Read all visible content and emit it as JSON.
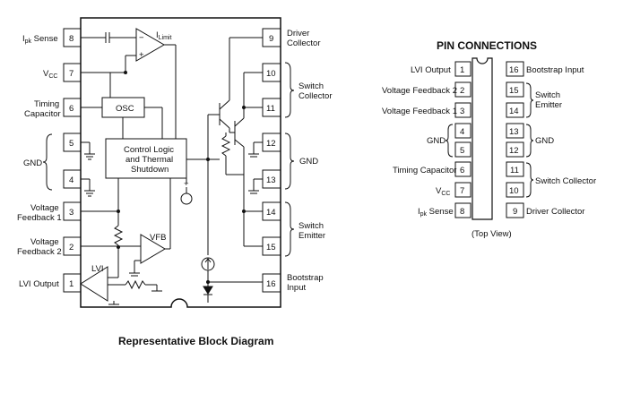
{
  "block_diagram": {
    "caption": "Representative Block Diagram",
    "left_labels": {
      "ipk_sense_main": "I",
      "ipk_sense_sub": "pk",
      "ipk_sense_tail": " Sense",
      "vcc_main": "V",
      "vcc_sub": "CC",
      "timing_cap_1": "Timing",
      "timing_cap_2": "Capacitor",
      "gnd": "GND",
      "vfb1_1": "Voltage",
      "vfb1_2": "Feedback 1",
      "vfb2_1": "Voltage",
      "vfb2_2": "Feedback 2",
      "lvi_output": "LVI Output"
    },
    "right_labels": {
      "driver_1": "Driver",
      "driver_2": "Collector",
      "switch_coll_1": "Switch",
      "switch_coll_2": "Collector",
      "gnd": "GND",
      "switch_emit_1": "Switch",
      "switch_emit_2": "Emitter",
      "bootstrap_1": "Bootstrap",
      "bootstrap_2": "Input"
    },
    "pins_left": [
      "8",
      "7",
      "6",
      "5",
      "4",
      "3",
      "2",
      "1"
    ],
    "pins_right": [
      "9",
      "10",
      "11",
      "12",
      "13",
      "14",
      "15",
      "16"
    ],
    "internal": {
      "osc": "OSC",
      "control_1": "Control Logic",
      "control_2": "and Thermal",
      "control_3": "Shutdown",
      "vfb": "VFB",
      "lvi": "LVI",
      "ilimit_main": "I",
      "ilimit_sub": "Limit"
    }
  },
  "pin_connections": {
    "title": "PIN CONNECTIONS",
    "view": "(Top View)",
    "left": [
      {
        "pin": "1",
        "label": "LVI Output"
      },
      {
        "pin": "2",
        "label": "Voltage Feedback 2"
      },
      {
        "pin": "3",
        "label": "Voltage Feedback 1"
      },
      {
        "pin": "4",
        "label": ""
      },
      {
        "pin": "5",
        "label": ""
      },
      {
        "pin": "6",
        "label": "Timing Capacitor"
      },
      {
        "pin": "7",
        "label": ""
      },
      {
        "pin": "8",
        "label": ""
      }
    ],
    "right": [
      {
        "pin": "16",
        "label": "Bootstrap Input"
      },
      {
        "pin": "15",
        "label": ""
      },
      {
        "pin": "14",
        "label": ""
      },
      {
        "pin": "13",
        "label": ""
      },
      {
        "pin": "12",
        "label": ""
      },
      {
        "pin": "11",
        "label": ""
      },
      {
        "pin": "10",
        "label": ""
      },
      {
        "pin": "9",
        "label": "Driver Collector"
      }
    ],
    "left_gnd": "GND",
    "left_vcc_main": "V",
    "left_vcc_sub": "CC",
    "left_ipk_main": "I",
    "left_ipk_sub": "pk",
    "left_ipk_tail": " Sense",
    "right_switch_emitter_1": "Switch",
    "right_switch_emitter_2": "Emitter",
    "right_gnd": "GND",
    "right_switch_collector": "Switch Collector"
  }
}
